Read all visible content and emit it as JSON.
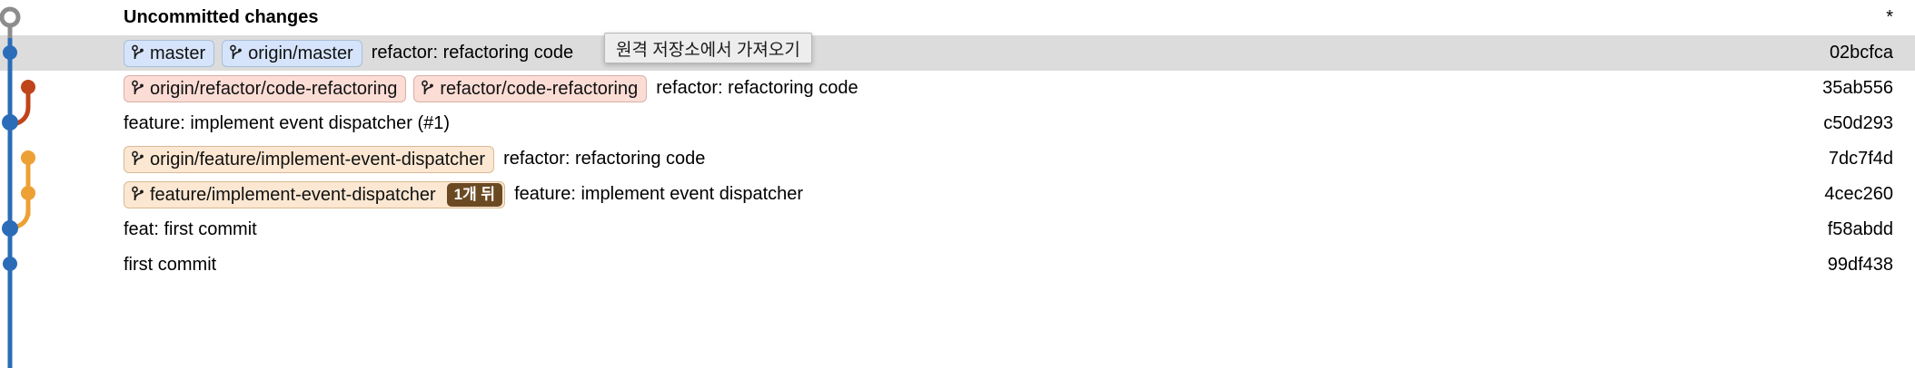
{
  "view": {
    "name": "git-log-graph",
    "selected_row_index": 1
  },
  "colors": {
    "main_branch": "#2b6cb8",
    "refactor_branch": "#c0441a",
    "feature_branch": "#eda033",
    "uncommitted_node": "#8d8d8d",
    "selection": "#dcdcdc",
    "badge_blue_bg": "#d6e4fb",
    "badge_pink_bg": "#fbddd6",
    "badge_orange_bg": "#fbe7d2",
    "behind_badge_bg": "#6b4a23"
  },
  "tooltip": {
    "text": "원격 저장소에서 가져오기",
    "visible": true
  },
  "rows": [
    {
      "id": "uncommitted",
      "title": "Uncommitted changes",
      "is_header": true,
      "refs": [],
      "hash": "*",
      "node": {
        "type": "ring",
        "color": "#8d8d8d",
        "lane": 0
      }
    },
    {
      "id": "commit-02bcfca",
      "title": "refactor: refactoring code",
      "is_header": false,
      "refs": [
        {
          "label": "master",
          "kind": "local-master",
          "behind": null
        },
        {
          "label": "origin/master",
          "kind": "remote-master",
          "behind": null
        }
      ],
      "hash": "02bcfca",
      "node": {
        "type": "dot",
        "color": "#2b6cb8",
        "lane": 0
      }
    },
    {
      "id": "commit-35ab556",
      "title": "refactor: refactoring code",
      "is_header": false,
      "refs": [
        {
          "label": "origin/refactor/code-refactoring",
          "kind": "refactor",
          "behind": null
        },
        {
          "label": "refactor/code-refactoring",
          "kind": "refactor",
          "behind": null
        }
      ],
      "hash": "35ab556",
      "node": {
        "type": "dot",
        "color": "#c0441a",
        "lane": 1
      }
    },
    {
      "id": "commit-c50d293",
      "title": "feature: implement event dispatcher (#1)",
      "is_header": false,
      "refs": [],
      "hash": "c50d293",
      "node": {
        "type": "dot",
        "color": "#2b6cb8",
        "lane": 0
      }
    },
    {
      "id": "commit-7dc7f4d",
      "title": "refactor: refactoring code",
      "is_header": false,
      "refs": [
        {
          "label": "origin/feature/implement-event-dispatcher",
          "kind": "feature",
          "behind": null
        }
      ],
      "hash": "7dc7f4d",
      "node": {
        "type": "dot",
        "color": "#eda033",
        "lane": 1
      }
    },
    {
      "id": "commit-4cec260",
      "title": "feature: implement event dispatcher",
      "is_header": false,
      "refs": [
        {
          "label": "feature/implement-event-dispatcher",
          "kind": "feature",
          "behind": "1개 뒤"
        }
      ],
      "hash": "4cec260",
      "node": {
        "type": "dot",
        "color": "#eda033",
        "lane": 1
      }
    },
    {
      "id": "commit-f58abdd",
      "title": "feat: first commit",
      "is_header": false,
      "refs": [],
      "hash": "f58abdd",
      "node": {
        "type": "dot",
        "color": "#2b6cb8",
        "lane": 0
      }
    },
    {
      "id": "commit-99df438",
      "title": "first commit",
      "is_header": false,
      "refs": [],
      "hash": "99df438",
      "node": {
        "type": "dot",
        "color": "#2b6cb8",
        "lane": 0
      }
    }
  ]
}
